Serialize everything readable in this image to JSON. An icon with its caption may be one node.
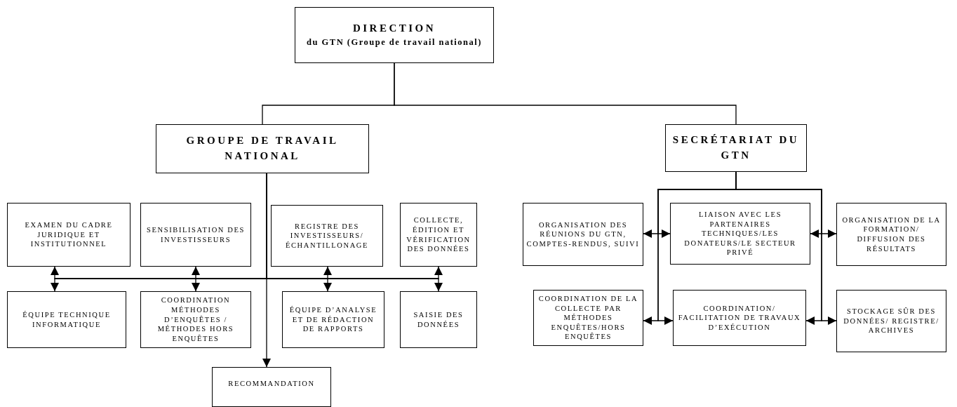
{
  "diagram": {
    "nodes": [
      {
        "text": [
          "DIRECTION",
          "du GTN (Groupe de travail national)"
        ]
      },
      {
        "text": [
          "GROUPE DE TRAVAIL NATIONAL"
        ]
      },
      {
        "text": [
          "SECRÉTARIAT DU GTN"
        ]
      },
      {
        "text": [
          "EXAMEN DU CADRE JURIDIQUE ET INSTITUTIONNEL"
        ]
      },
      {
        "text": [
          "SENSIBILISATION DES INVESTISSEURS"
        ]
      },
      {
        "text": [
          "REGISTRE DES INVESTISSEURS/ ÉCHANTILLONAGE"
        ]
      },
      {
        "text": [
          "COLLECTE, ÉDITION ET VÉRIFICATION DES DONNÉES"
        ]
      },
      {
        "text": [
          "ÉQUIPE TECHNIQUE INFORMATIQUE"
        ]
      },
      {
        "text": [
          "COORDINATION MÉTHODES D’ENQUÊTES / MÉTHODES HORS ENQUÊTES"
        ]
      },
      {
        "text": [
          "ÉQUIPE D’ANALYSE ET DE RÉDACTION DE RAPPORTS"
        ]
      },
      {
        "text": [
          "SAISIE DES DONNÉES"
        ]
      },
      {
        "text": [
          "RECOMMANDATION"
        ]
      },
      {
        "text": [
          "ORGANISATION DES RÉUNIONS DU GTN, COMPTES-RENDUS, SUIVI"
        ]
      },
      {
        "text": [
          "LIAISON AVEC LES PARTENAIRES TECHNIQUES/LES DONATEURS/LE SECTEUR PRIVÉ"
        ]
      },
      {
        "text": [
          "ORGANISATION DE LA FORMATION/ DIFFUSION DES RÉSULTATS"
        ]
      },
      {
        "text": [
          "COORDINATION DE LA COLLECTE PAR MÉTHODES ENQUÊTES/HORS ENQUÊTES"
        ]
      },
      {
        "text": [
          "COORDINATION/ FACILITATION DE TRAVAUX D’EXÉCUTION"
        ]
      },
      {
        "text": [
          "STOCKAGE SÛR DES DONNÉES/ REGISTRE/ ARCHIVES"
        ]
      }
    ],
    "edges": [
      {
        "from": 0,
        "to": 1,
        "arrow": "none"
      },
      {
        "from": 0,
        "to": 2,
        "arrow": "none"
      },
      {
        "from": 1,
        "to": 11,
        "arrow": "to"
      },
      {
        "from": 1,
        "to": 3,
        "arrow": "to"
      },
      {
        "from": 1,
        "to": 7,
        "arrow": "to"
      },
      {
        "from": 1,
        "to": 4,
        "arrow": "to"
      },
      {
        "from": 1,
        "to": 8,
        "arrow": "to"
      },
      {
        "from": 1,
        "to": 5,
        "arrow": "to"
      },
      {
        "from": 1,
        "to": 9,
        "arrow": "to"
      },
      {
        "from": 1,
        "to": 6,
        "arrow": "to"
      },
      {
        "from": 1,
        "to": 10,
        "arrow": "to"
      },
      {
        "from": 2,
        "to": 12,
        "arrow": "to"
      },
      {
        "from": 2,
        "to": 13,
        "arrow": "to"
      },
      {
        "from": 2,
        "to": 15,
        "arrow": "to"
      },
      {
        "from": 2,
        "to": 16,
        "arrow": "to"
      },
      {
        "from": 2,
        "to": 13,
        "arrow": "to"
      },
      {
        "from": 2,
        "to": 14,
        "arrow": "to"
      },
      {
        "from": 2,
        "to": 16,
        "arrow": "to"
      },
      {
        "from": 2,
        "to": 17,
        "arrow": "to"
      }
    ]
  }
}
